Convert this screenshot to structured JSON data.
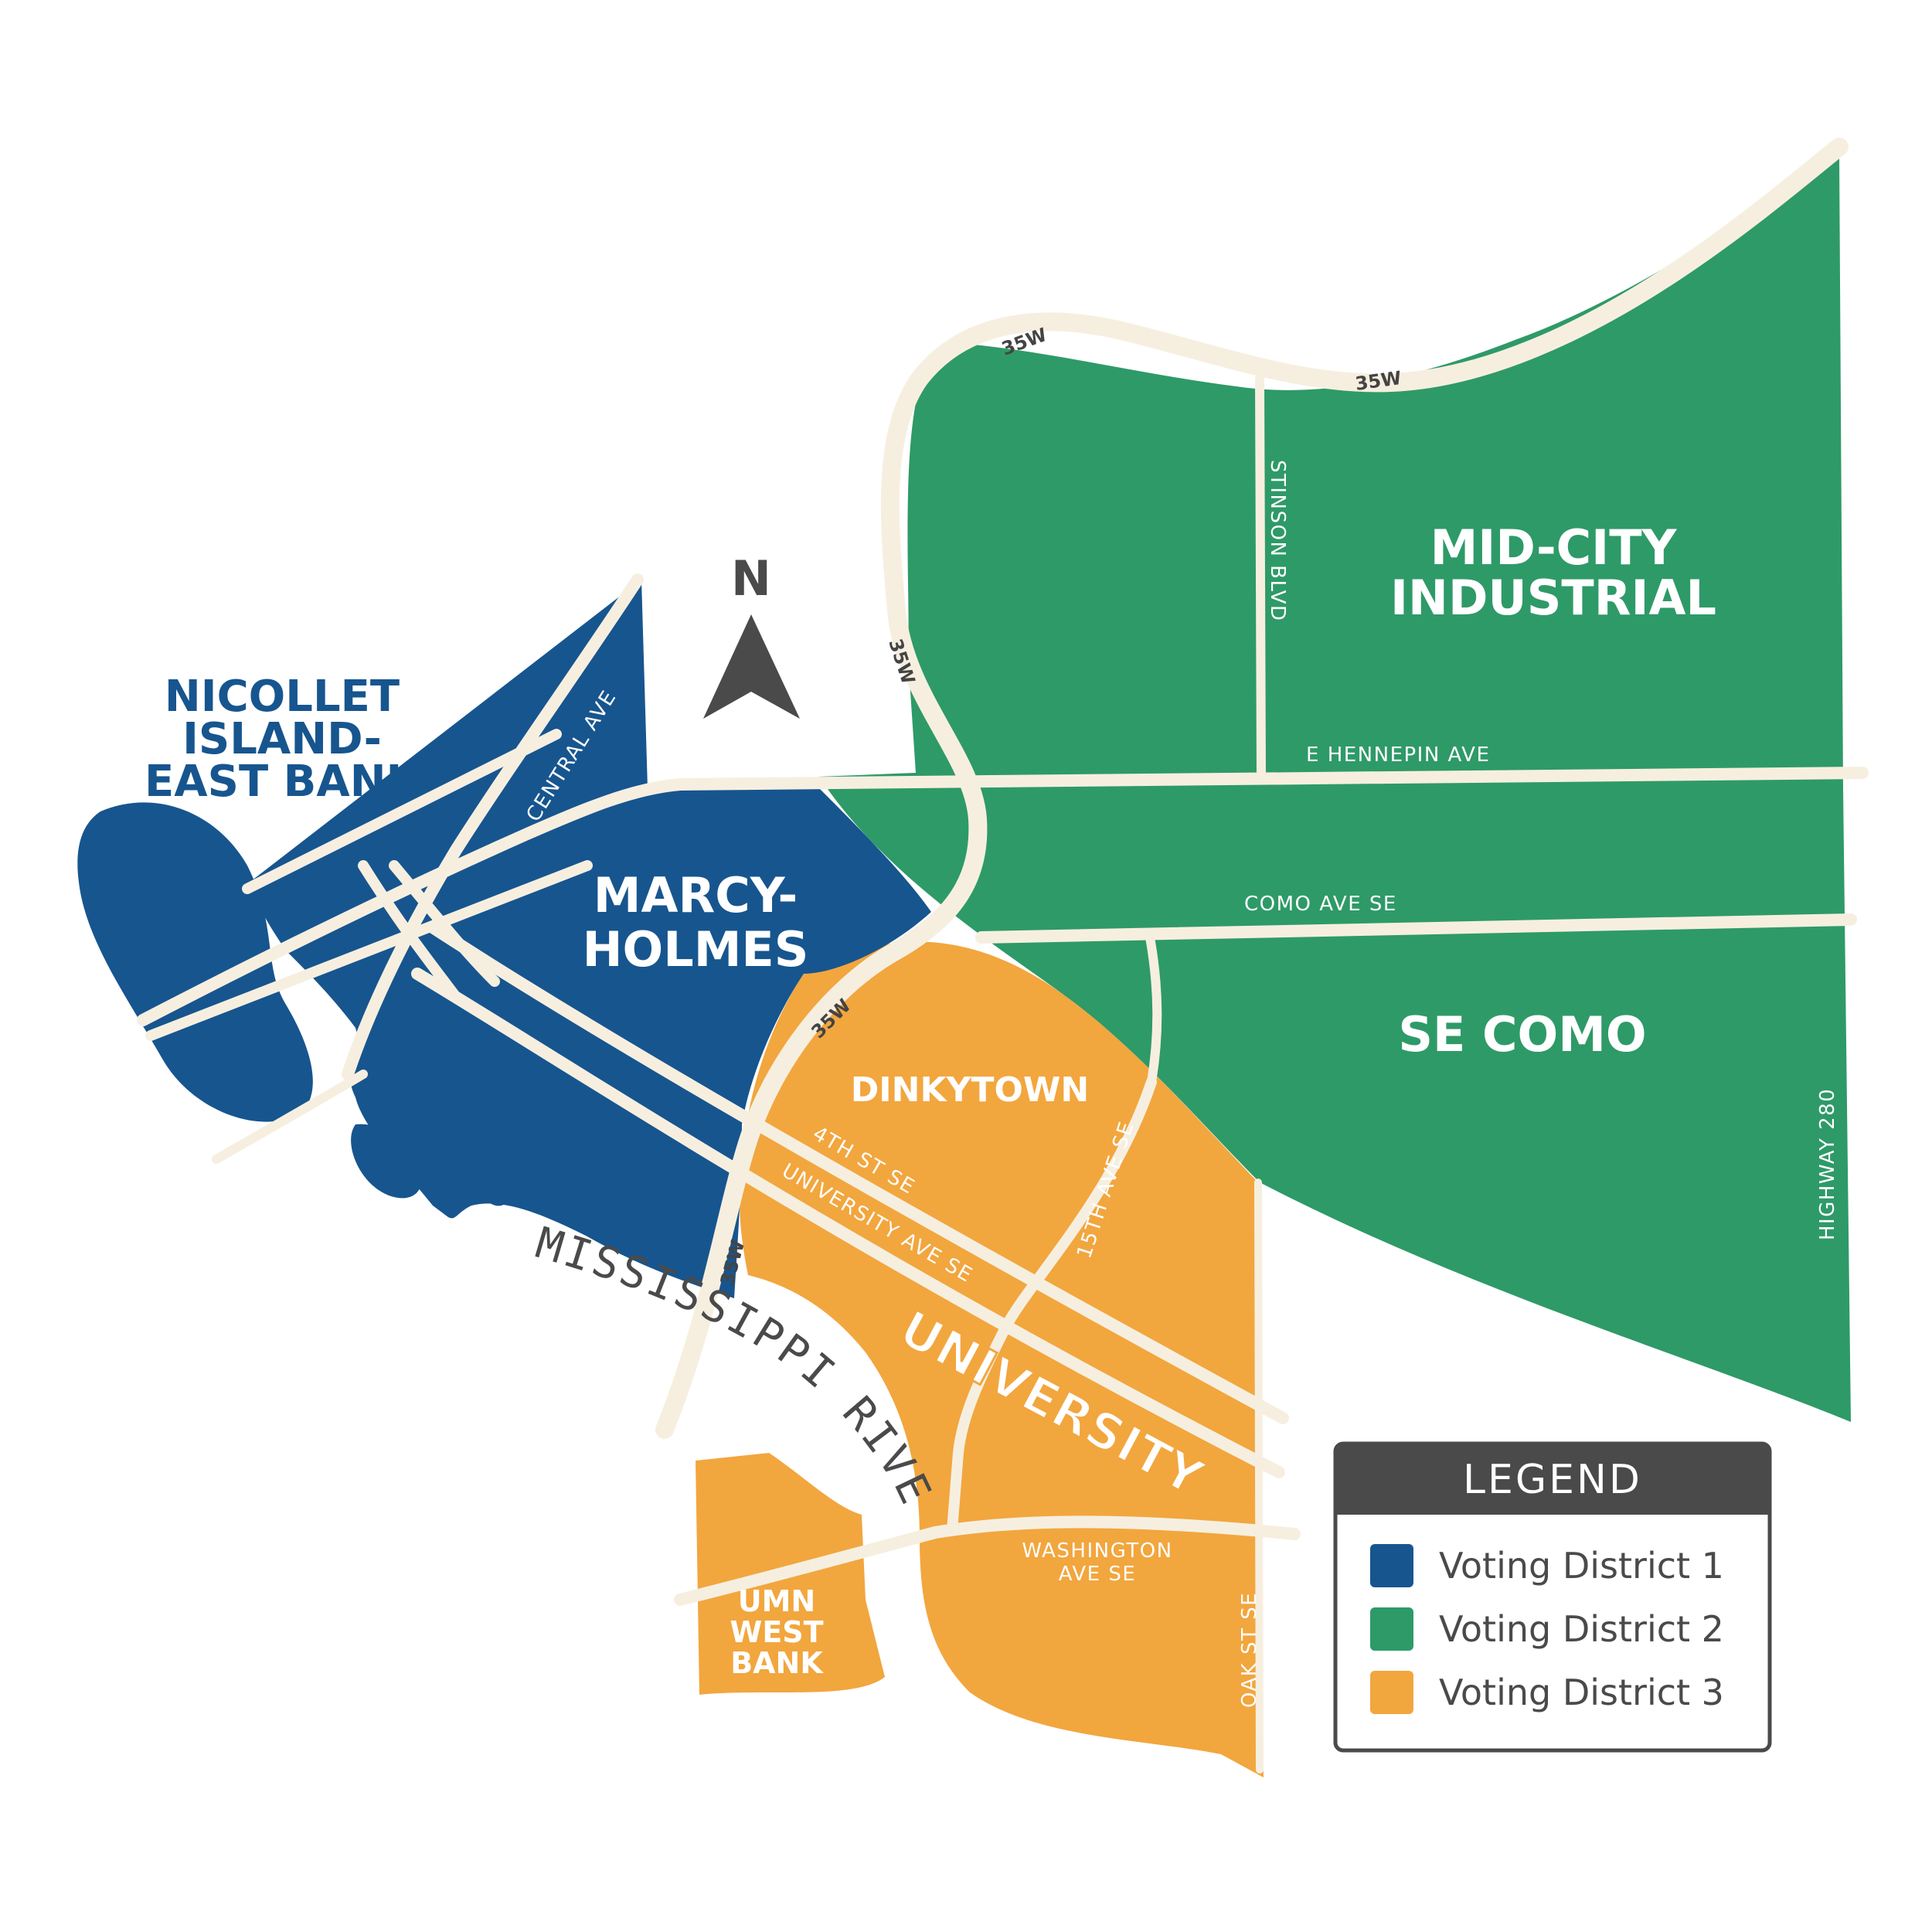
{
  "colors": {
    "district1": "#17558f",
    "district2": "#2e9a68",
    "district3": "#f2a63e",
    "road": "#f6efe0",
    "legend_header": "#4a4a4a"
  },
  "compass": {
    "letter": "N",
    "icon": "north-arrow-icon"
  },
  "neighborhoods": {
    "nicollet": [
      "NICOLLET",
      "ISLAND-",
      "EAST BANK"
    ],
    "marcy": [
      "MARCY-",
      "HOLMES"
    ],
    "midcity": [
      "MID-CITY",
      "INDUSTRIAL"
    ],
    "secomo": "SE COMO",
    "dinkytown": "DINKYTOWN",
    "university": "UNIVERSITY",
    "westbank": [
      "UMN",
      "WEST",
      "BANK"
    ]
  },
  "highways": {
    "i35w": "35W",
    "hwy280": "HIGHWAY 280"
  },
  "streets": {
    "central_ave": "CENTRAL AVE",
    "stinson_blvd": "STINSON BLVD",
    "e_hennepin": "E HENNEPIN AVE",
    "como_ave": "COMO AVE SE",
    "fourth_st": "4TH ST SE",
    "university_ave": "UNIVERSITY AVE SE",
    "fifteenth_ave": "15TH AVE SE",
    "washington_ave": [
      "WASHINGTON",
      "AVE SE"
    ],
    "oak_st": "OAK ST SE"
  },
  "river": "MISSISSIPPI RIVER",
  "legend": {
    "title": "LEGEND",
    "items": [
      {
        "label": "Voting District 1",
        "color": "#17558f"
      },
      {
        "label": "Voting District 2",
        "color": "#2e9a68"
      },
      {
        "label": "Voting District 3",
        "color": "#f2a63e"
      }
    ]
  }
}
